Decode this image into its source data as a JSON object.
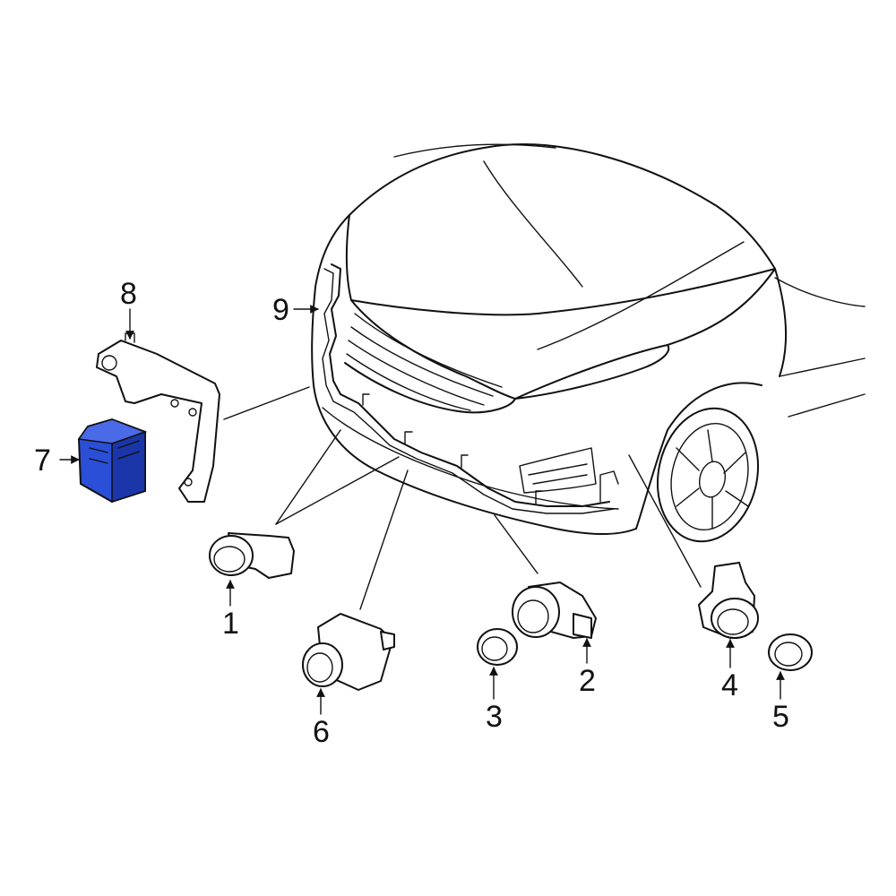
{
  "callouts": {
    "c1": "1",
    "c2": "2",
    "c3": "3",
    "c4": "4",
    "c5": "5",
    "c6": "6",
    "c7": "7",
    "c8": "8",
    "c9": "9"
  },
  "colors": {
    "highlight": "#2b4fd6",
    "highlight_shade": "#1a36a8",
    "line": "#111111"
  }
}
